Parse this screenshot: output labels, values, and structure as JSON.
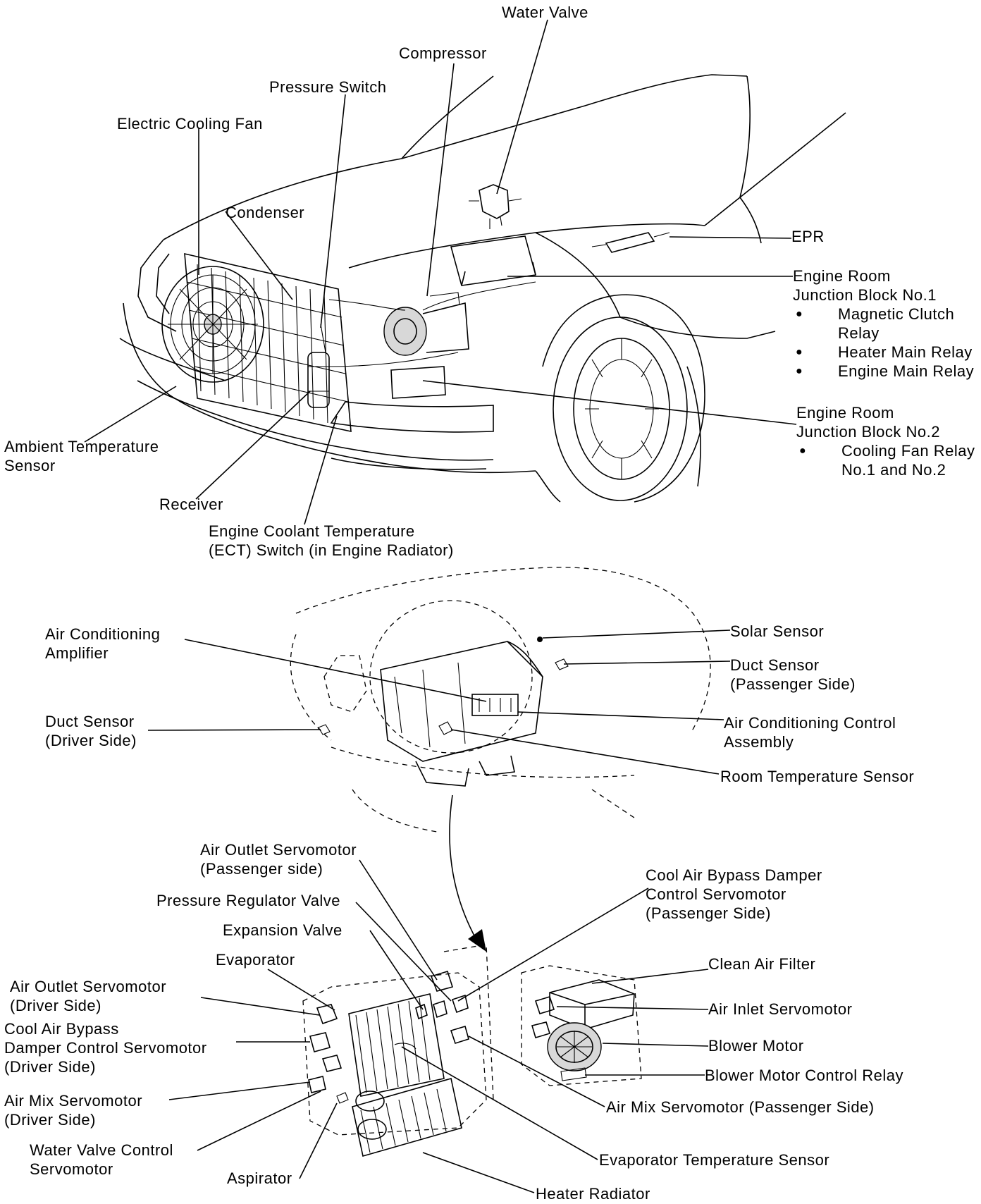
{
  "engine_labels": {
    "water_valve": "Water Valve",
    "compressor": "Compressor",
    "pressure_switch": "Pressure Switch",
    "electric_cooling_fan": "Electric Cooling Fan",
    "condenser": "Condenser",
    "epr": "EPR",
    "jb1_title_1": "Engine Room",
    "jb1_title_2": "Junction Block No.1",
    "jb1_item_1a": "Magnetic Clutch",
    "jb1_item_1b": "Relay",
    "jb1_item_2": "Heater Main Relay",
    "jb1_item_3": "Engine Main Relay",
    "jb2_title_1": "Engine Room",
    "jb2_title_2": "Junction Block No.2",
    "jb2_item_1a": "Cooling Fan Relay",
    "jb2_item_1b": "No.1 and No.2",
    "ambient_1": "Ambient Temperature",
    "ambient_2": "Sensor",
    "receiver": "Receiver",
    "ect_1": "Engine Coolant Temperature",
    "ect_2": "(ECT) Switch (in Engine Radiator)"
  },
  "dash_labels": {
    "ac_amp_1": "Air Conditioning",
    "ac_amp_2": "Amplifier",
    "solar_sensor": "Solar Sensor",
    "duct_pass_1": "Duct Sensor",
    "duct_pass_2": "(Passenger Side)",
    "duct_driver_1": "Duct Sensor",
    "duct_driver_2": "(Driver Side)",
    "ac_control_1": "Air Conditioning Control",
    "ac_control_2": "Assembly",
    "room_temp": "Room Temperature Sensor"
  },
  "unit_labels": {
    "outlet_pass_1": "Air Outlet Servomotor",
    "outlet_pass_2": "(Passenger side)",
    "pressure_reg": "Pressure Regulator Valve",
    "expansion": "Expansion Valve",
    "evaporator": "Evaporator",
    "outlet_driver_1": "Air Outlet Servomotor",
    "outlet_driver_2": "(Driver Side)",
    "bypass_driver_1": "Cool Air Bypass",
    "bypass_driver_2": "Damper Control Servomotor",
    "bypass_driver_3": "(Driver Side)",
    "mix_driver_1": "Air Mix Servomotor",
    "mix_driver_2": "(Driver Side)",
    "wv_servo_1": "Water Valve Control",
    "wv_servo_2": "Servomotor",
    "aspirator": "Aspirator",
    "heater_rad": "Heater Radiator",
    "bypass_pass_1": "Cool Air Bypass Damper",
    "bypass_pass_2": "Control Servomotor",
    "bypass_pass_3": "(Passenger Side)",
    "clean_filter": "Clean Air Filter",
    "air_inlet": "Air Inlet Servomotor",
    "blower": "Blower Motor",
    "blower_relay": "Blower Motor Control Relay",
    "mix_pass": "Air Mix Servomotor (Passenger Side)",
    "evap_temp": "Evaporator Temperature Sensor"
  }
}
